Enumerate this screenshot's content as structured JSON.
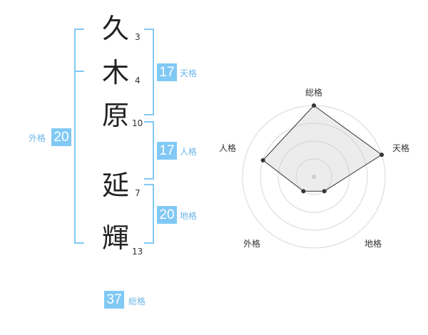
{
  "name": {
    "chars": [
      {
        "char": "久",
        "strokes": "3"
      },
      {
        "char": "木",
        "strokes": "4"
      },
      {
        "char": "原",
        "strokes": "10"
      },
      {
        "char": "延",
        "strokes": "7"
      },
      {
        "char": "輝",
        "strokes": "13"
      }
    ]
  },
  "fortunes": {
    "tenkaku": {
      "label": "天格",
      "value": "17"
    },
    "jinkaku": {
      "label": "人格",
      "value": "17"
    },
    "chikaku": {
      "label": "地格",
      "value": "20"
    },
    "gaikaku": {
      "label": "外格",
      "value": "20"
    },
    "soukaku": {
      "label": "総格",
      "value": "37"
    }
  },
  "colors": {
    "accent": "#81c9f5",
    "label": "#6fb7e8"
  },
  "chart_data": {
    "type": "radar",
    "axes": [
      "総格",
      "天格",
      "地格",
      "外格",
      "人格"
    ],
    "values": [
      4,
      4,
      1,
      1,
      3
    ],
    "max": 4,
    "rings": 4
  }
}
